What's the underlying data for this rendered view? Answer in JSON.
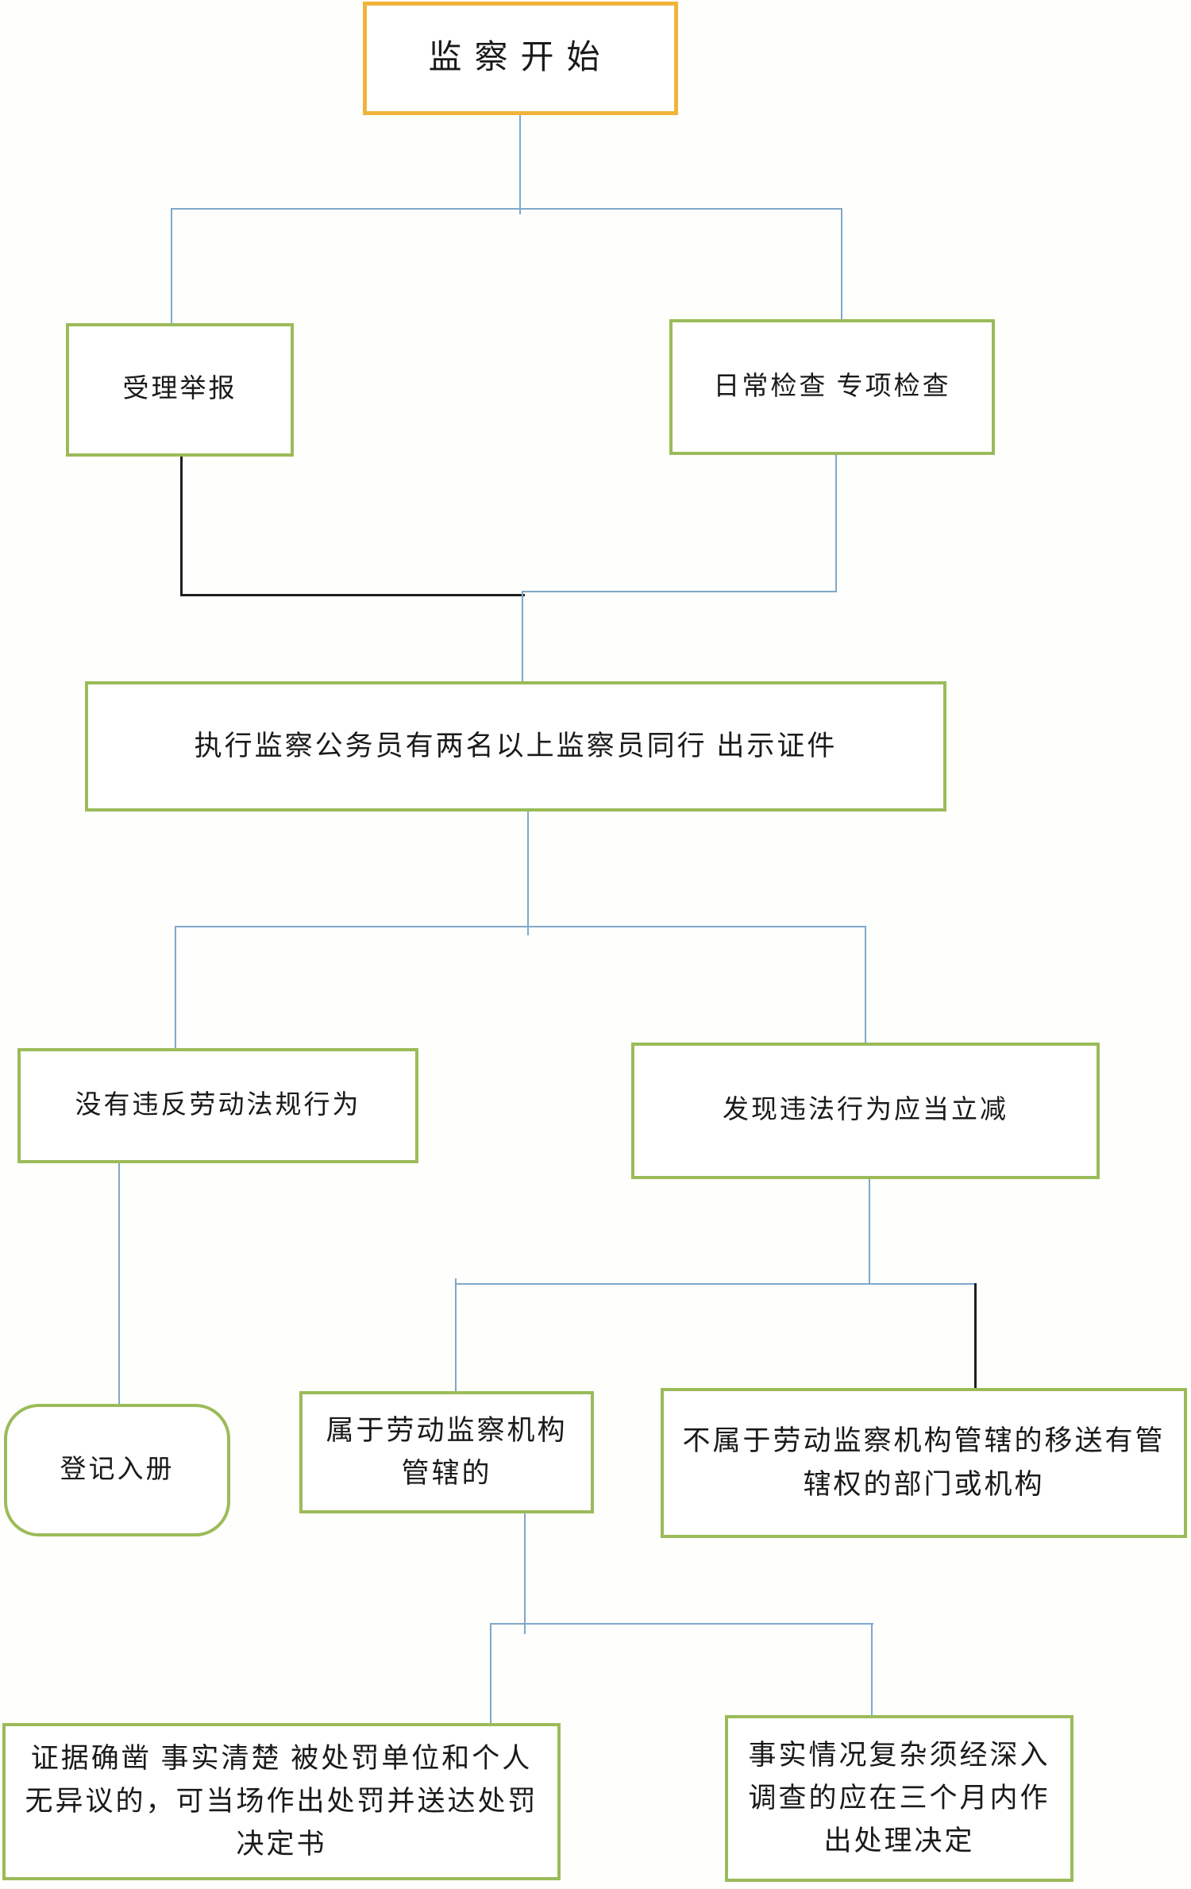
{
  "colors": {
    "box_border_green": "#9BBB59",
    "start_border_orange": "#F0B43C",
    "connector_blue": "#7FA8C9",
    "connector_black": "#1F1F1F",
    "text": "#1A1A1A",
    "background": "#FEFEFD"
  },
  "nodes": {
    "start": {
      "text": "监察开始"
    },
    "report": {
      "text": "受理举报"
    },
    "inspect": {
      "text": "日常检查  专项检查"
    },
    "execute": {
      "text": "执行监察公务员有两名以上监察员同行  出示证件"
    },
    "no_violation": {
      "text": "没有违反劳动法规行为"
    },
    "violation": {
      "text": "发现违法行为应当立减"
    },
    "register": {
      "text": "登记入册"
    },
    "jurisdiction": {
      "text": "属于劳动监察机构\n管辖的"
    },
    "no_jurisdiction": {
      "text": "不属于劳动监察机构管辖的移送有管\n辖权的部门或机构"
    },
    "on_spot": {
      "text": "证据确凿  事实清楚  被处罚单位和个人\n无异议的，可当场作出处罚并送达处罚\n决定书"
    },
    "complex": {
      "text": "事实情况复杂须经深入\n调查的应在三个月内作\n出处理决定"
    }
  }
}
